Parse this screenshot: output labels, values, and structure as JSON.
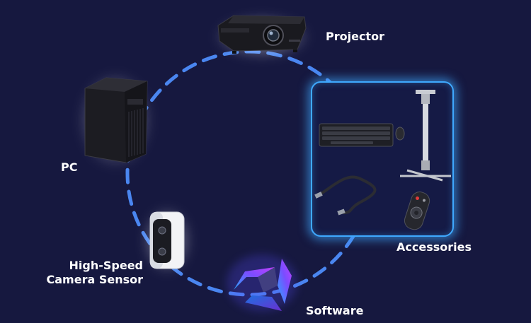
{
  "colors": {
    "background": "#16183f",
    "ring": "#4a86f0",
    "glow": "#3fa9ff",
    "label": "#ffffff",
    "logo_gradient": [
      "#2aa8ff",
      "#7a4dff",
      "#c040ff"
    ]
  },
  "nodes": {
    "projector": {
      "label": "Projector",
      "icon": "projector-icon"
    },
    "pc": {
      "label": "PC",
      "icon": "pc-tower-icon"
    },
    "camera": {
      "label_line1": "High-Speed",
      "label_line2": "Camera Sensor",
      "icon": "camera-sensor-icon"
    },
    "software": {
      "label": "Software",
      "icon": "software-logo-icon"
    },
    "accessories": {
      "label": "Accessories",
      "items": [
        "keyboard-icon",
        "mouse-icon",
        "ceiling-mount-icon",
        "usb-cable-icon",
        "remote-control-icon"
      ]
    }
  }
}
